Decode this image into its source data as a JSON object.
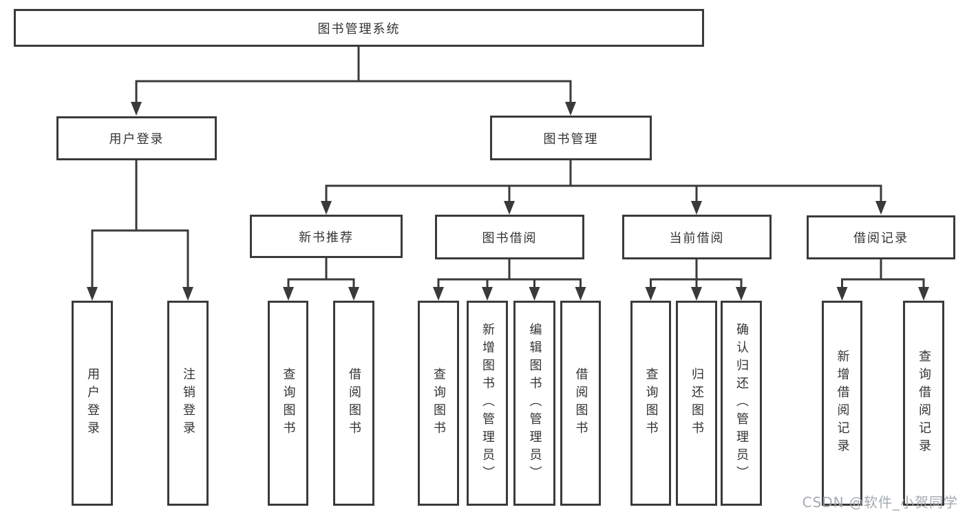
{
  "diagram": {
    "type": "hierarchy-tree",
    "colors": {
      "line": "#3a3a3a",
      "text": "#333333",
      "box_background": "#ffffff",
      "watermark": "#9ea5ab"
    },
    "tree": {
      "root": {
        "label": "图书管理系统"
      },
      "user_login_branch": {
        "label": "用户登录",
        "children": [
          {
            "label": "用户登录"
          },
          {
            "label": "注销登录"
          }
        ]
      },
      "book_mgmt_branch": {
        "label": "图书管理",
        "children": [
          {
            "label": "新书推荐",
            "children": [
              {
                "label": "查询图书"
              },
              {
                "label": "借阅图书"
              }
            ]
          },
          {
            "label": "图书借阅",
            "children": [
              {
                "label": "查询图书"
              },
              {
                "label": "新增图书（管理员）"
              },
              {
                "label": "编辑图书（管理员）"
              },
              {
                "label": "借阅图书"
              }
            ]
          },
          {
            "label": "当前借阅",
            "children": [
              {
                "label": "查询图书"
              },
              {
                "label": "归还图书"
              },
              {
                "label": "确认归还（管理员）"
              }
            ]
          },
          {
            "label": "借阅记录",
            "children": [
              {
                "label": "新增借阅记录"
              },
              {
                "label": "查询借阅记录"
              }
            ]
          }
        ]
      }
    },
    "watermark": "CSDN @软件_小贺同学"
  }
}
